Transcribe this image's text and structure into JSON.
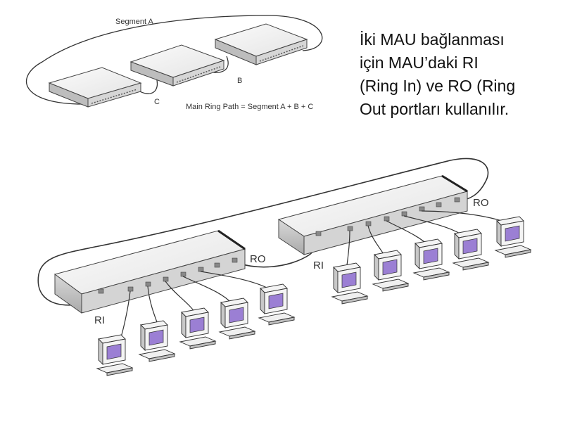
{
  "caption": {
    "lines": [
      "İki MAU bağlanması",
      "için MAU’daki RI",
      "(Ring In) ve RO (Ring",
      "Out portları kullanılır."
    ]
  },
  "top_diagram": {
    "segment_a_label": "Segment A",
    "segment_b_label": "B",
    "segment_c_label": "C",
    "main_ring_label": "Main Ring Path = Segment A + B + C"
  },
  "bottom_diagram": {
    "left_mau": {
      "ri_label": "RI",
      "ro_label": "RO"
    },
    "right_mau": {
      "ri_label": "RI",
      "ro_label": "RO"
    }
  },
  "colors": {
    "device_top": "#f2f2f2",
    "device_side": "#cfcfcf",
    "screen": "#9b7fd4",
    "cable": "#333333"
  }
}
